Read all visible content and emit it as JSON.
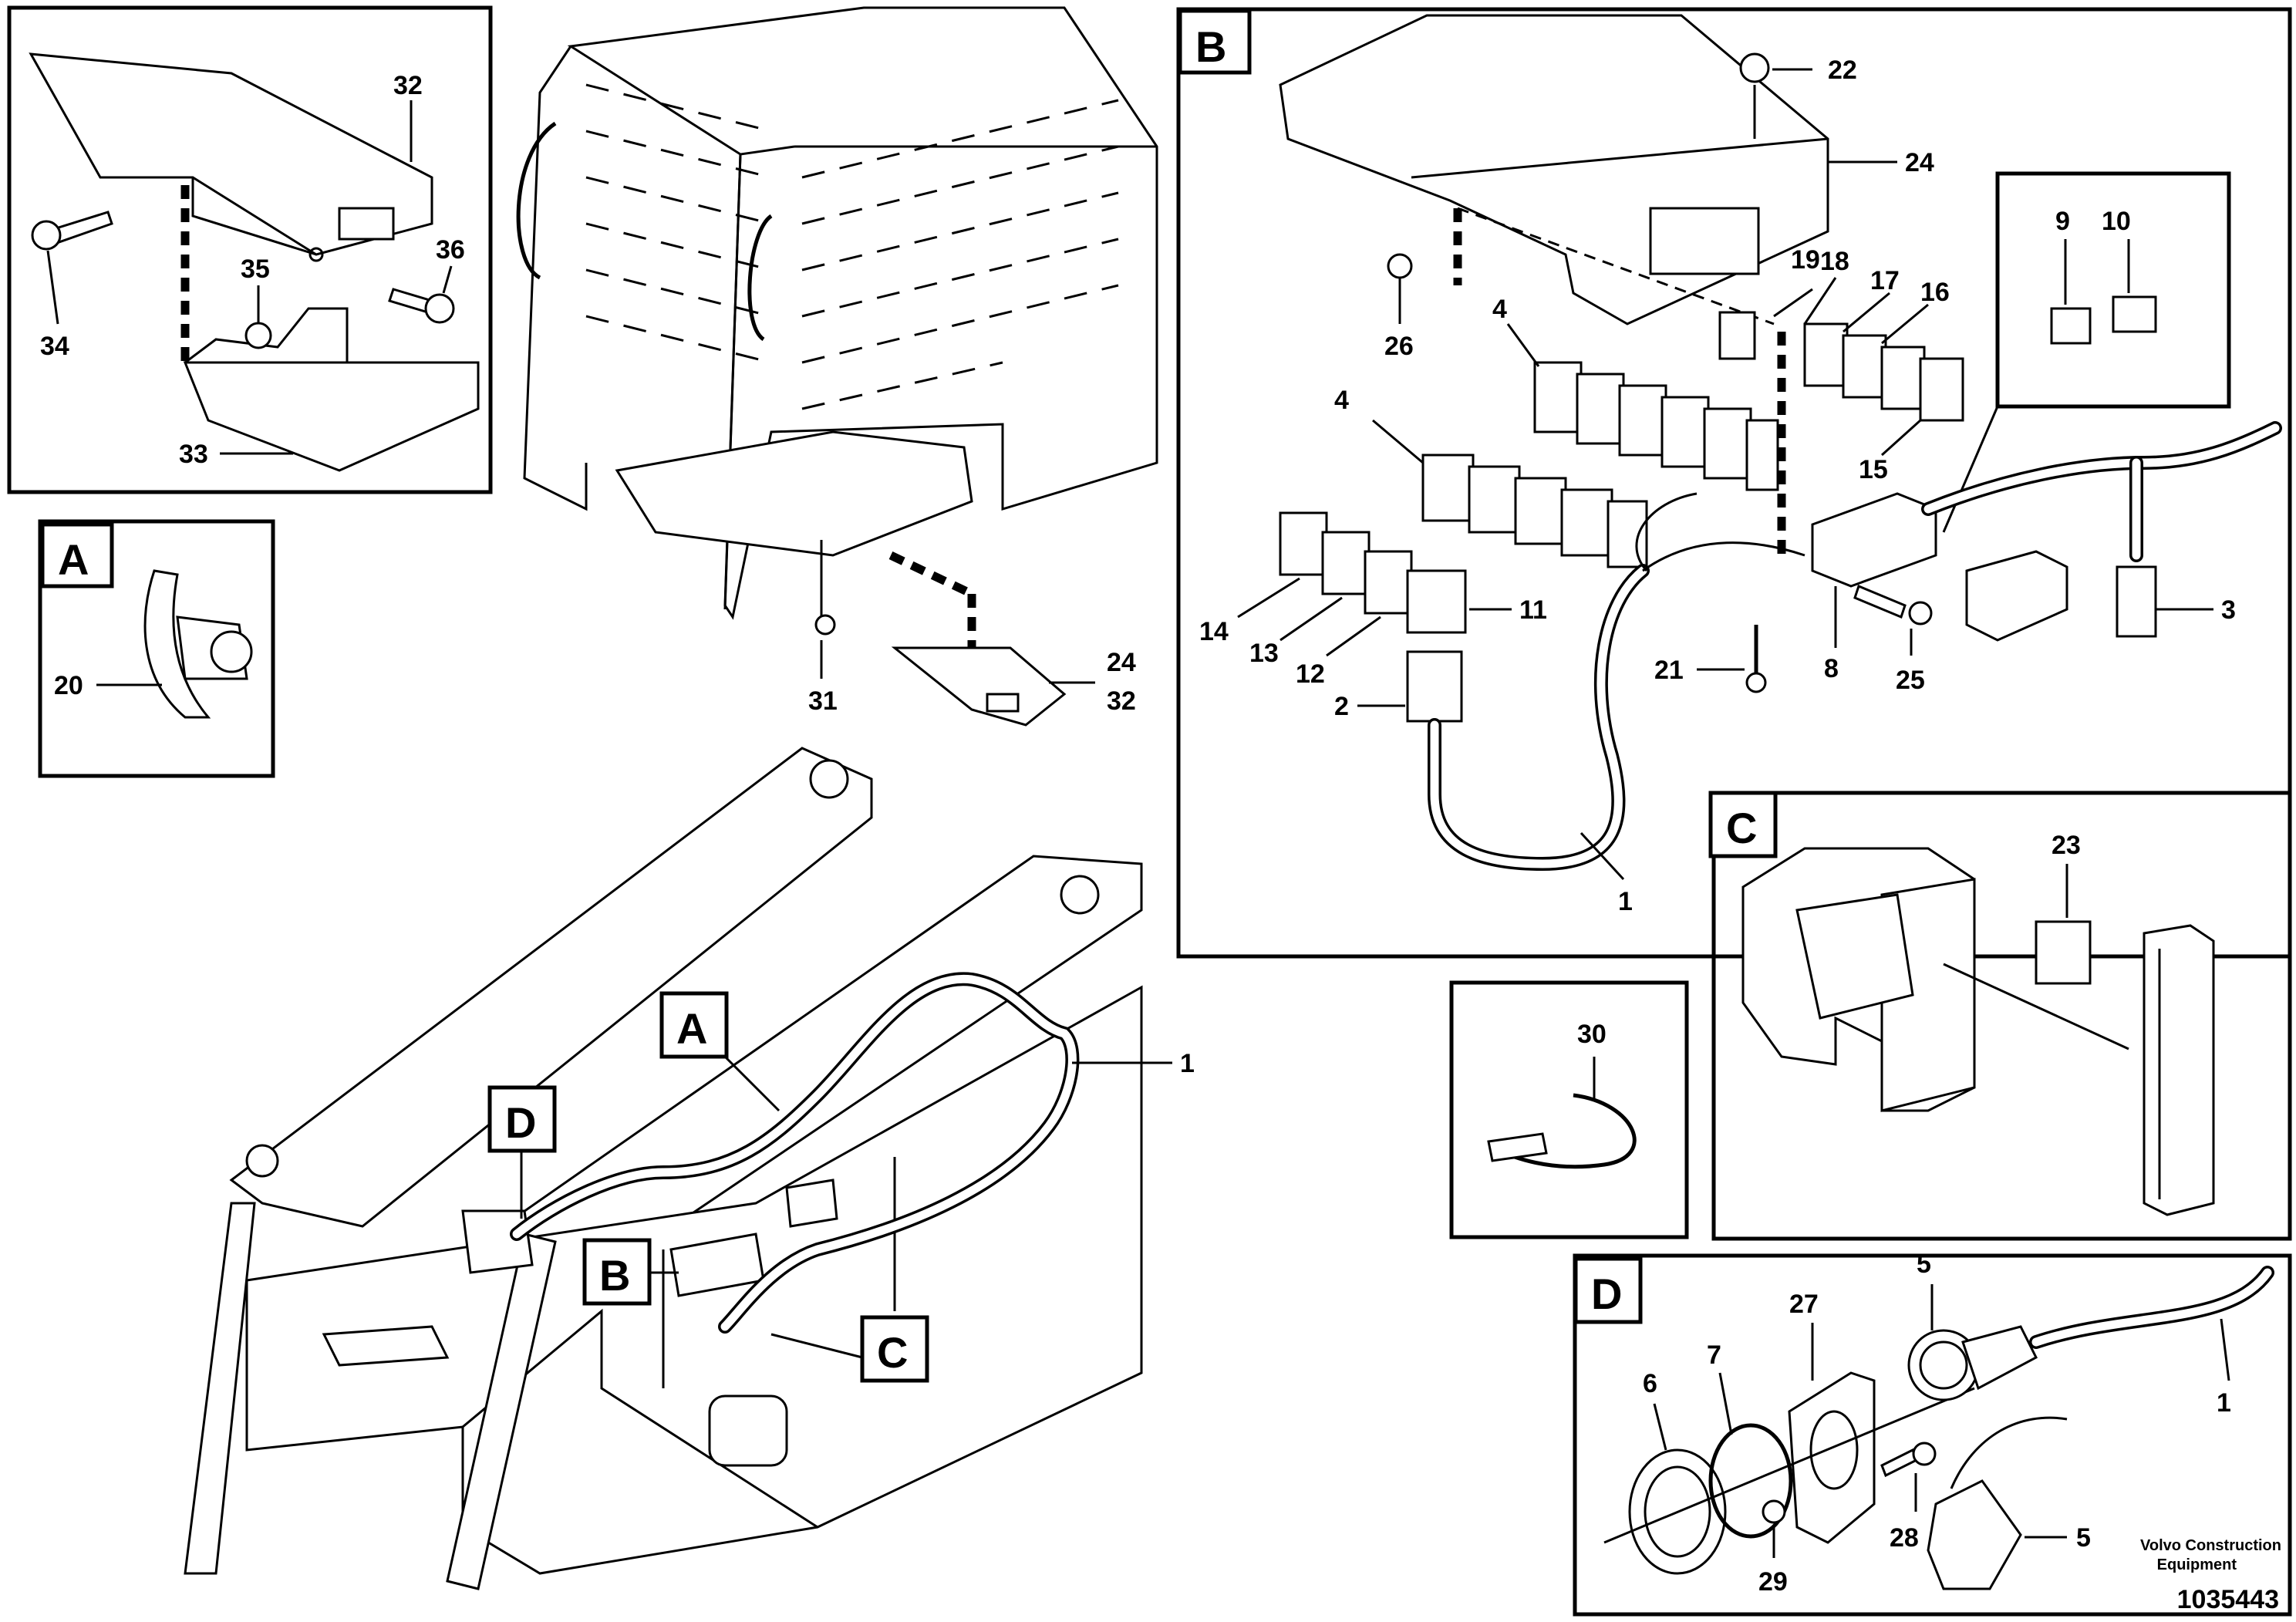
{
  "panels": {
    "A": "A",
    "B": "B",
    "C": "C",
    "D": "D"
  },
  "callouts": {
    "n1_main": "1",
    "n1_b": "1",
    "n1_d": "1",
    "n2": "2",
    "n3": "3",
    "n4_top": "4",
    "n4_bottom": "4",
    "n5_top": "5",
    "n5_bottom": "5",
    "n6": "6",
    "n7": "7",
    "n8": "8",
    "n9": "9",
    "n10": "10",
    "n11": "11",
    "n12": "12",
    "n13": "13",
    "n14": "14",
    "n15": "15",
    "n16": "16",
    "n17": "17",
    "n18": "18",
    "n19": "19",
    "n20": "20",
    "n21": "21",
    "n22": "22",
    "n23": "23",
    "n24_b": "24",
    "n24_main": "24",
    "n25": "25",
    "n26": "26",
    "n27": "27",
    "n28": "28",
    "n29": "29",
    "n30": "30",
    "n31": "31",
    "n32_inset": "32",
    "n32_main": "32",
    "n33": "33",
    "n34": "34",
    "n35": "35",
    "n36": "36"
  },
  "footer": {
    "brand_line1": "Volvo Construction",
    "brand_line2": "Equipment",
    "reference": "1035443"
  }
}
